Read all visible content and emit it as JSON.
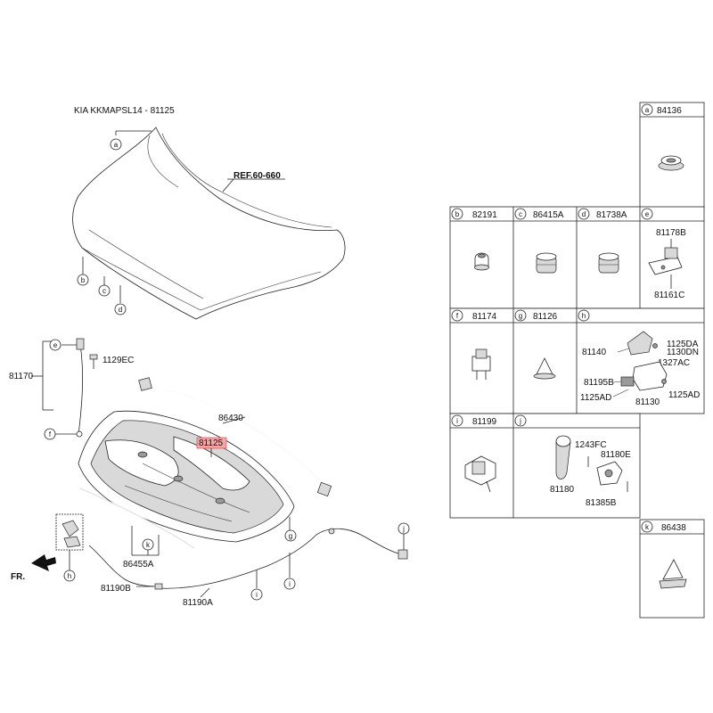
{
  "title": "KIA KKMAPSL14 - 81125",
  "ref_label": "REF.60-660",
  "fr_label": "FR.",
  "highlight_color": "#f4a6a6",
  "callouts": {
    "a": "a",
    "b": "b",
    "c": "c",
    "d": "d",
    "e": "e",
    "f": "f",
    "g": "g",
    "h": "h",
    "i": "i",
    "j": "j",
    "k": "k"
  },
  "main_parts": {
    "p81125": "81125",
    "p81170": "81170",
    "p1129EC": "1129EC",
    "p86430": "86430",
    "p86455A": "86455A",
    "p81190B": "81190B",
    "p81190A": "81190A"
  },
  "grid": {
    "a": {
      "letter": "a",
      "part": "84136"
    },
    "b": {
      "letter": "b",
      "part": "82191"
    },
    "c": {
      "letter": "c",
      "part": "86415A"
    },
    "d": {
      "letter": "d",
      "part": "81738A"
    },
    "e": {
      "letter": "e",
      "part": "",
      "sub": [
        "81178B",
        "81161C"
      ]
    },
    "f": {
      "letter": "f",
      "part": "81174"
    },
    "g": {
      "letter": "g",
      "part": "81126"
    },
    "h": {
      "letter": "h",
      "part": "",
      "sub": [
        "81140",
        "1125DA",
        "1130DN",
        "1327AC",
        "81195B",
        "1125AD",
        "81130",
        "1125AD"
      ]
    },
    "i": {
      "letter": "i",
      "part": "81199"
    },
    "j": {
      "letter": "j",
      "part": "",
      "sub": [
        "1243FC",
        "81180E",
        "81180",
        "81385B"
      ]
    },
    "k": {
      "letter": "k",
      "part": "86438"
    }
  }
}
